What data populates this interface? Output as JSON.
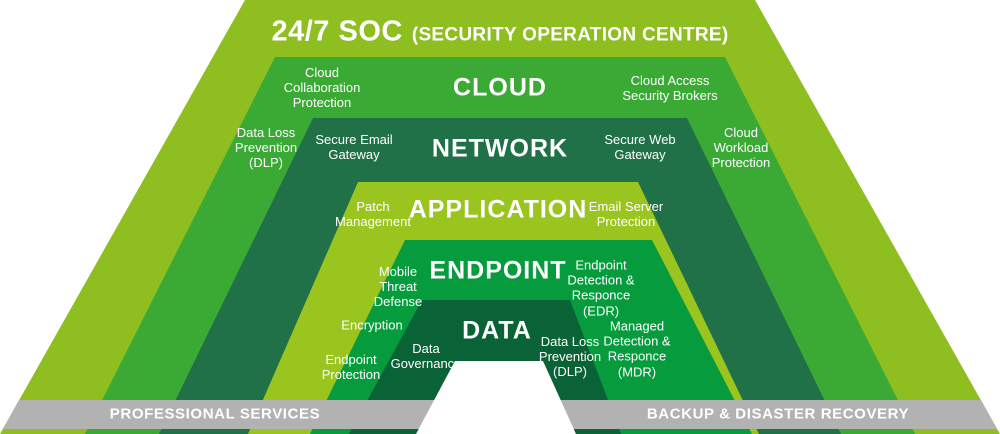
{
  "diagram": {
    "soc": {
      "title": "24/7 SOC",
      "subtitle": "(SECURITY OPERATION CENTRE)",
      "color": "#8FBE21"
    },
    "layers": [
      {
        "title": "CLOUD",
        "color": "#3AAA35",
        "labels": [
          "Cloud\nCollaboration\nProtection",
          "Cloud Access\nSecurity Brokers",
          "Data Loss\nPrevention\n(DLP)",
          "Cloud\nWorkload\nProtection"
        ]
      },
      {
        "title": "NETWORK",
        "color": "#207147",
        "labels": [
          "Secure Email\nGateway",
          "Secure Web\nGateway"
        ]
      },
      {
        "title": "APPLICATION",
        "color": "#9AC41E",
        "labels": [
          "Patch\nManagement",
          "Email Server\nProtection"
        ]
      },
      {
        "title": "ENDPOINT",
        "color": "#069C3D",
        "labels": [
          "Mobile\nThreat\nDefense",
          "Endpoint\nDetection &\nResponce\n(EDR)",
          "Encryption",
          "Endpoint\nProtection",
          "Managed\nDetection &\nResponce\n(MDR)"
        ]
      },
      {
        "title": "DATA",
        "color": "#0A6336",
        "labels": [
          "Data\nGovernance",
          "Data Loss\nPrevention\n(DLP)"
        ]
      }
    ]
  },
  "footer": {
    "left_label": "PROFESSIONAL SERVICES",
    "right_label": "BACKUP & DISASTER RECOVERY",
    "bar_color": "#B2B2B2",
    "text_color": "#FFFFFF"
  }
}
